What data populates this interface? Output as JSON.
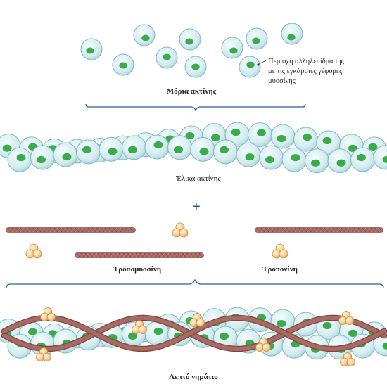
{
  "labels": {
    "actin_molecules": "Μόρια ακτίνης",
    "interaction_line1": "Περιοχή αλληλεπίδρασης",
    "interaction_line2": "με τις εγκάρσιες γέφυρες",
    "interaction_line3": "μυοσίνης",
    "actin_helix": "Έλικα ακτίνης",
    "plus": "+",
    "tropomyosin": "Τροπομυοσίνη",
    "troponin": "Τροπονίνη",
    "thin_filament": "Λεπτό νημάτιο"
  },
  "colors": {
    "actin_fill": "#d6eef0",
    "actin_stroke": "#7fb8c2",
    "actin_site": "#3aab4a",
    "tropomyosin": "#a86a62",
    "troponin": "#f4c27e",
    "bracket": "#2a5d95"
  }
}
